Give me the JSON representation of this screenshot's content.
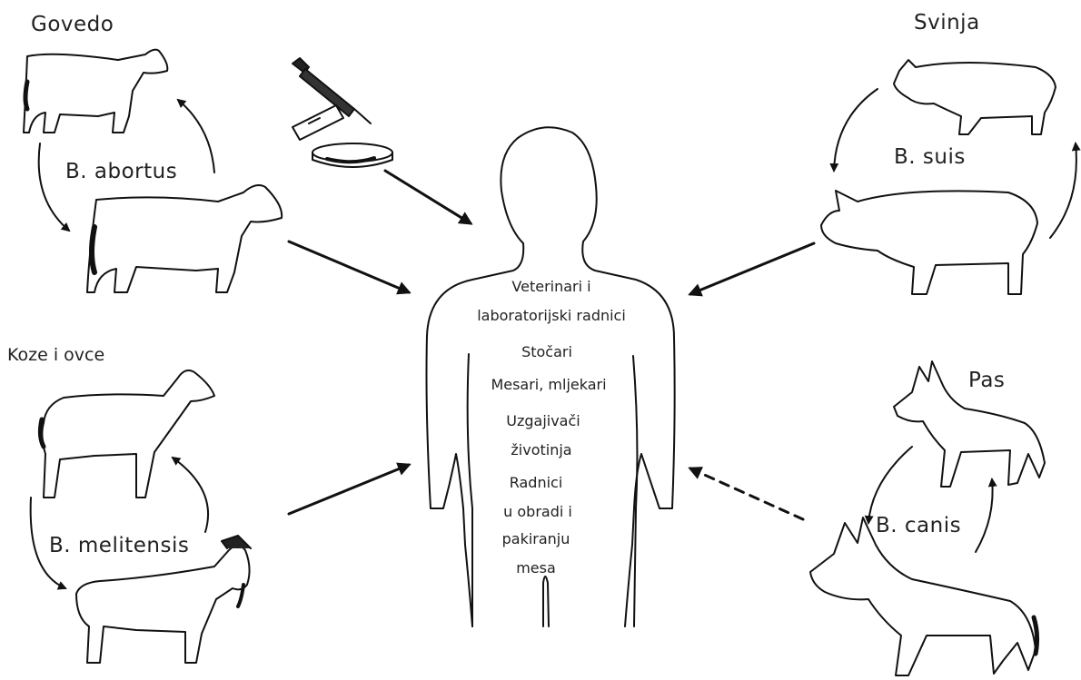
{
  "hosts": {
    "cattle": {
      "label": "Govedo",
      "species": "B. abortus"
    },
    "pig": {
      "label": "Svinja",
      "species": "B. suis"
    },
    "goat_sheep": {
      "label": "Koze i ovce",
      "species": "B. melitensis"
    },
    "dog": {
      "label": "Pas",
      "species": "B. canis"
    }
  },
  "occupations": [
    "Veterinari i",
    "laboratorijski radnici",
    "Stočari",
    "Mesari, mljekari",
    "Uzgajivači",
    "životinja",
    "Radnici",
    "u obradi i",
    "pakiranju",
    "mesa"
  ],
  "icons": [
    "syringe-icon",
    "slide-icon",
    "petri-dish-icon",
    "human-silhouette",
    "cow-icon",
    "pig-icon",
    "goat-icon",
    "sheep-icon",
    "dog-icon"
  ]
}
